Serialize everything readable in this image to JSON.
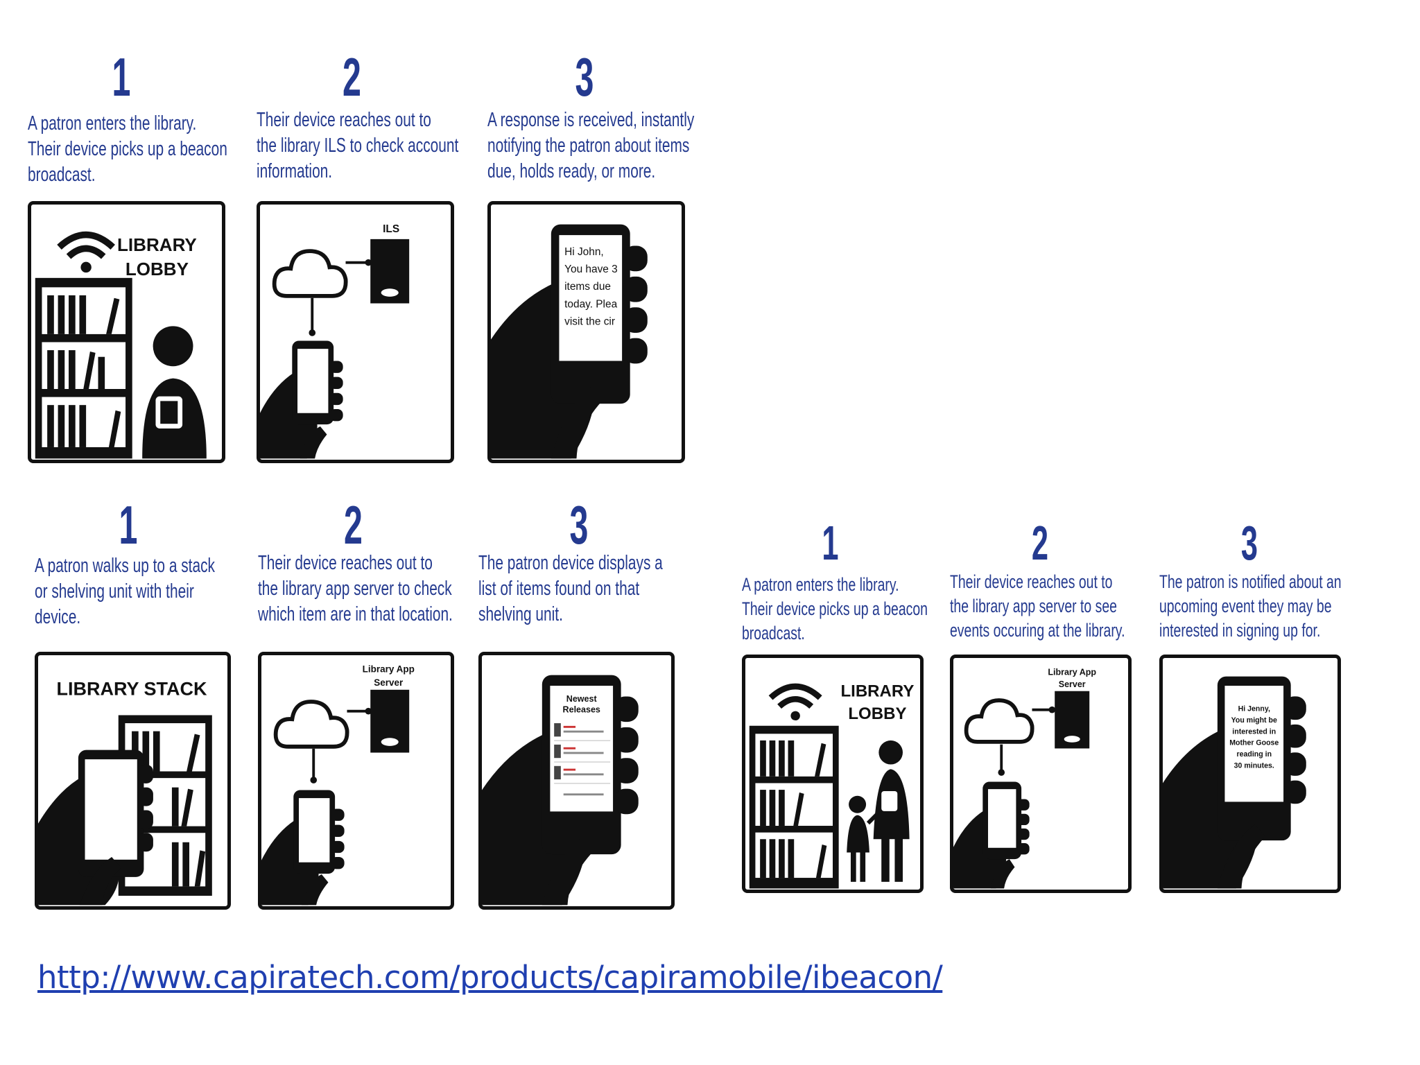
{
  "row1": [
    {
      "number": "1",
      "caption": "A patron enters the library.\nTheir device picks up a beacon\nbroadcast.",
      "panel_label_1": "LIBRARY",
      "panel_label_2": "LOBBY"
    },
    {
      "number": "2",
      "caption": "Their device reaches out to\nthe library ILS to check account\ninformation.",
      "server_label": "ILS"
    },
    {
      "number": "3",
      "caption": "A response is received, instantly\nnotifying the patron about items\ndue, holds ready, or more.",
      "phone_lines": [
        "Hi John,",
        "You have 3",
        "items due",
        "today. Plea",
        "visit the cir"
      ]
    }
  ],
  "row2": [
    {
      "number": "1",
      "caption": "A patron walks up to a stack\nor shelving unit with their\ndevice.",
      "panel_label": "LIBRARY STACK"
    },
    {
      "number": "2",
      "caption": "Their device reaches out to\nthe library app server to check\nwhich item are in that location.",
      "server_label_1": "Library App",
      "server_label_2": "Server"
    },
    {
      "number": "3",
      "caption": "The patron device displays a\nlist of items found on that\nshelving unit.",
      "phone_lines": [
        "Newest",
        "Releases"
      ]
    }
  ],
  "row3": [
    {
      "number": "1",
      "caption": "A patron enters the library.\nTheir device picks up a beacon\nbroadcast.",
      "panel_label_1": "LIBRARY",
      "panel_label_2": "LOBBY"
    },
    {
      "number": "2",
      "caption": "Their device reaches out to\nthe library app server to see\nevents occuring at the library.",
      "server_label_1": "Library App",
      "server_label_2": "Server"
    },
    {
      "number": "3",
      "caption": "The patron is notified about an\nupcoming event they may be\ninterested in signing up for.",
      "phone_lines": [
        "Hi Jenny,",
        "You might be",
        "interested in",
        "Mother Goose",
        "reading in",
        "30 minutes."
      ]
    }
  ],
  "link_text": "http://www.capiratech.com/products/capiramobile/ibeacon/",
  "colors": {
    "caption": "#243a8f",
    "link": "#1f3fb0",
    "icon": "#111111"
  }
}
